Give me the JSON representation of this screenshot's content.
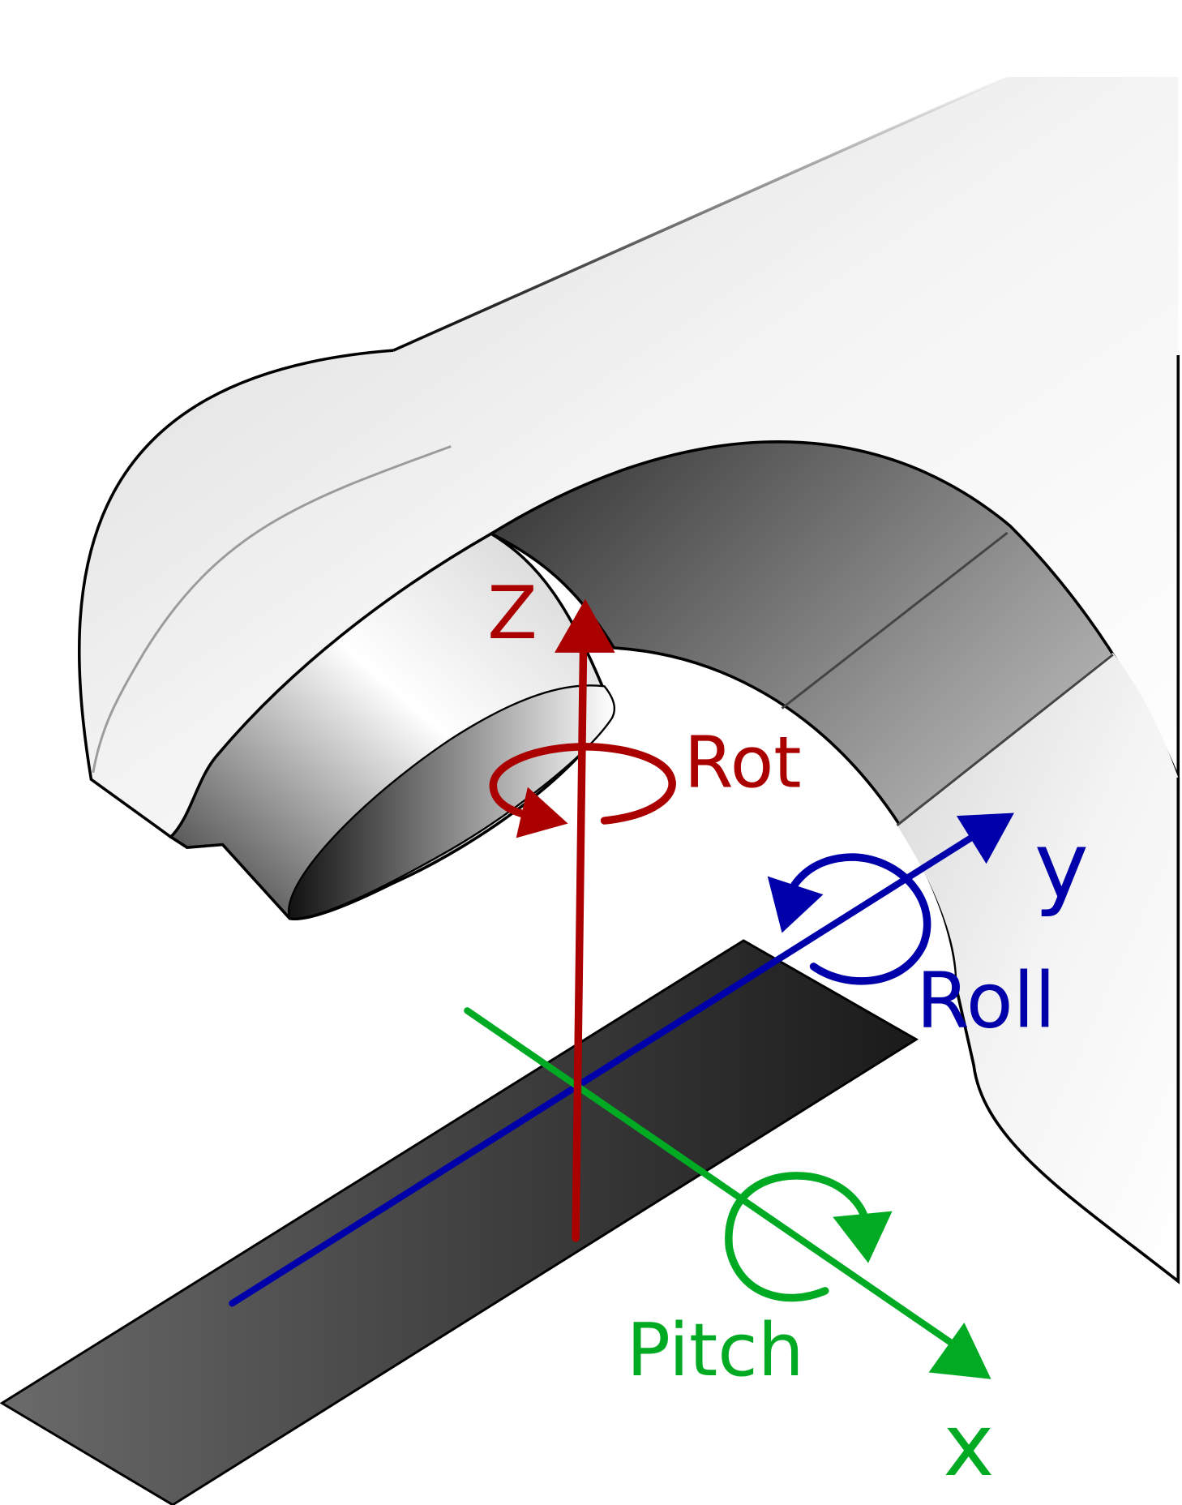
{
  "diagram": {
    "labels": {
      "z_axis": "Z",
      "rot": "Rot",
      "y_axis": "y",
      "roll": "Roll",
      "x_axis": "x",
      "pitch": "Pitch"
    },
    "colors": {
      "z_axis": "#aa0000",
      "y_axis": "#0000aa",
      "x_axis": "#00aa22"
    }
  }
}
